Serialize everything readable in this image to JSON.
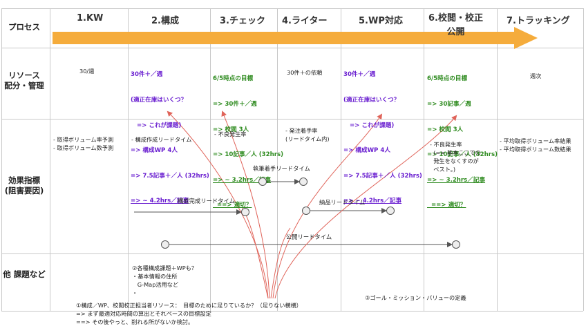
{
  "rows": {
    "process": "プロセス",
    "resource": "リソース\n配分・管理",
    "effect": "効果指標\n(阻害要因)",
    "other": "他 課題など"
  },
  "steps": [
    {
      "name": "1.KW"
    },
    {
      "name": "2.構成"
    },
    {
      "name": "3.チェック"
    },
    {
      "name": "4.ライター"
    },
    {
      "name": "5.WP対応"
    },
    {
      "name": "6.校閲・校正\n公開"
    },
    {
      "name": "7.トラッキング"
    }
  ],
  "resources": {
    "kw": "30/週",
    "kousei_title": "30件＋／週",
    "kousei_lines": [
      "(適正在庫はいくつ？",
      "   => これが課題)",
      "=> 構成WP 4人",
      "=> 7.5記事＋／人 (32hrs)",
      "=> ~ 4.2hrs／記事"
    ],
    "check_title": "6/5時点の目標",
    "check_lines": [
      "=> 30件＋／週",
      "=> 校閲 3人",
      "=> 10記事／人 (32hrs)",
      "=> ~ 3.2hrs／記事",
      "  ==> 適切？"
    ],
    "writer": "30件＋の依頼",
    "wp_title": "30件＋／週",
    "wp_lines": [
      "(適正在庫はいくつ？",
      "   => これが課題)",
      "=> 構成WP 4人",
      "=> 7.5記事＋／人 (32hrs)",
      "=> ~ 4.2hrs／記事"
    ],
    "kouetsu_title": "6/5時点の目標",
    "kouetsu_lines": [
      "=> 30記事／週",
      "=> 校閲 3人",
      "=> 10記事／人 (32hrs)",
      "=> ~ 3.2hrs／記事",
      "  ==> 適切？"
    ],
    "tracking": "週次"
  },
  "effects": {
    "kw": "- 取得ボリューム率予測\n- 取得ボリューム数予測",
    "kousei": "- 構成作成リードタイム",
    "check": "- 不良発生率",
    "writer": "- 発注着手率\n(リードタイム内)",
    "kouetsu": "- 不良発生率\n  (=> 基本ここでの\n  発生をなくすのが\n  ベスト。)",
    "tracking": "- 平均取得ボリューム率結果\n- 平均取得ボリューム数結果"
  },
  "flows": {
    "shippitsu": "執筆着手リードタイム",
    "kousei_kanryo": "構成完成リードタイム",
    "nouhin": "納品リードタイム",
    "koukai": "公開リードタイム"
  },
  "issues": {
    "issue2": "②各種構成課題＋WPも？\n・基本情報の住所\n   G-Map活用など\n・",
    "issue1": "①構成／WP、校閲校正担当者リソース：　目標のために足りているか？（足りない横横）\n=> まず最適対応時間の算出とそれベースの目標設定\n==> その後やっと、削れる所がないか検討。",
    "issue3": "③ゴール・ミッション・バリューの定義"
  },
  "colors": {
    "arrow": "#f5ac3c",
    "curve": "#e0645a",
    "purple": "#6a1fd0",
    "green": "#2e8b1f"
  }
}
